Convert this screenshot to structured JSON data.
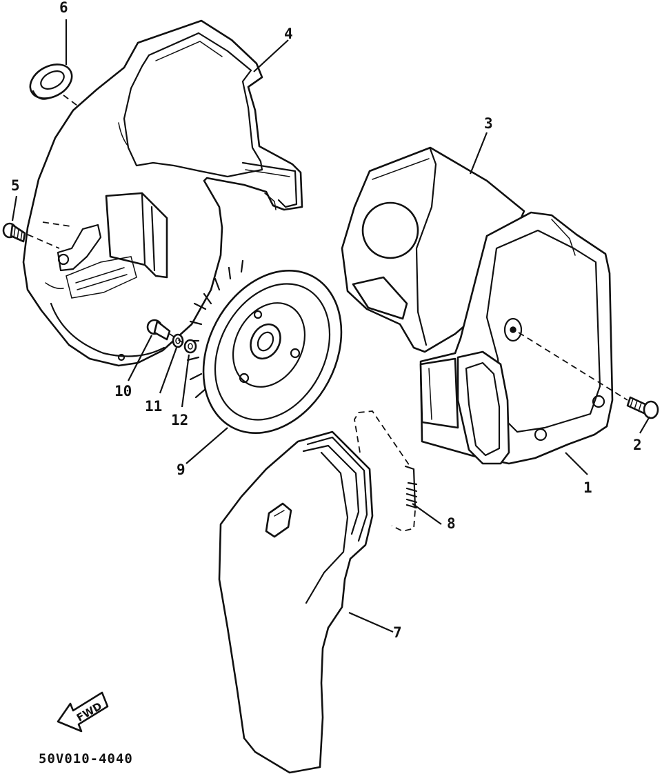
{
  "diagram": {
    "callouts": {
      "c1": "1",
      "c2": "2",
      "c3": "3",
      "c4": "4",
      "c5": "5",
      "c6": "6",
      "c7": "7",
      "c8": "8",
      "c9": "9",
      "c10": "10",
      "c11": "11",
      "c12": "12"
    },
    "fwd_label": "FWD",
    "drawing_code": "50V010-4040"
  }
}
